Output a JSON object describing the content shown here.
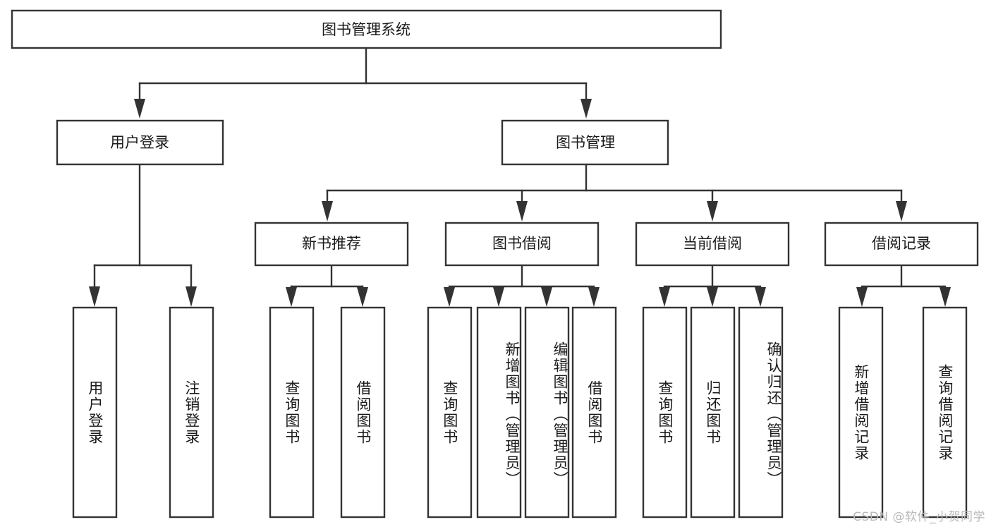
{
  "diagram": {
    "title": "图书管理系统",
    "type": "hierarchy-tree",
    "watermark": "CSDN @软件_小贺同学",
    "colors": {
      "stroke": "#333333",
      "fill": "#ffffff",
      "text": "#1a1a1a",
      "watermark": "#b8b8b8"
    },
    "root": {
      "label": "图书管理系统"
    },
    "level2": [
      {
        "label": "用户登录"
      },
      {
        "label": "图书管理"
      }
    ],
    "level3": [
      {
        "label": "新书推荐"
      },
      {
        "label": "图书借阅"
      },
      {
        "label": "当前借阅"
      },
      {
        "label": "借阅记录"
      }
    ],
    "leaves": {
      "user_login": [
        {
          "label": "用户登录"
        },
        {
          "label": "注销登录"
        }
      ],
      "new_book_recommend": [
        {
          "label": "查询图书"
        },
        {
          "label": "借阅图书"
        }
      ],
      "book_borrow": [
        {
          "label": "查询图书"
        },
        {
          "label": "新增图书（管理员）"
        },
        {
          "label": "编辑图书（管理员）"
        },
        {
          "label": "借阅图书"
        }
      ],
      "current_borrow": [
        {
          "label": "查询图书"
        },
        {
          "label": "归还图书"
        },
        {
          "label": "确认归还（管理员）"
        }
      ],
      "borrow_record": [
        {
          "label": "新增借阅记录"
        },
        {
          "label": "查询借阅记录"
        }
      ]
    }
  }
}
